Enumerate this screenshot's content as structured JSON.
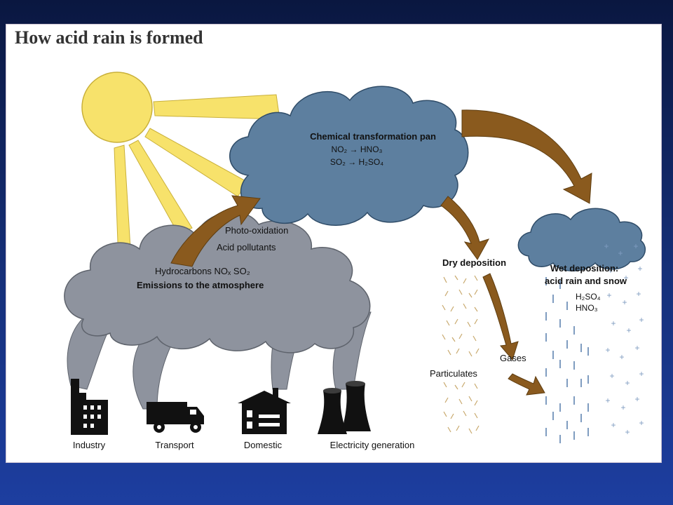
{
  "figure": {
    "title": "How acid rain is formed"
  },
  "colors": {
    "sun": "#f7e26b",
    "sun_stroke": "#c9b03a",
    "smoke_cloud": "#8e939e",
    "chemical_cloud": "#5d7f9f",
    "arrow": "#8a5a1e",
    "rain_marks": "#7f9cc0",
    "particulates": "#c8a86c",
    "frame_bg": "#16307a"
  },
  "labels": {
    "chemical_cloud_title": "Chemical transformation pan",
    "reaction_1": "NO₂ → HNO₃",
    "reaction_2": "SO₂ → H₂SO₄",
    "photo_oxidation": "Photo-oxidation",
    "acid_pollutants": "Acid pollutants",
    "hydrocarbons": "Hydrocarbons NOₓ SO₂",
    "emissions": "Emissions to the atmosphere",
    "dry_deposition": "Dry deposition",
    "wet_deposition_1": "Wet deposition:",
    "wet_deposition_2": "acid rain and snow",
    "wet_h2so4": "H₂SO₄",
    "wet_hno3": "HNO₃",
    "particulates": "Particulates",
    "gases": "Gases"
  },
  "sources": [
    {
      "label": "Industry",
      "icon": "factory-icon"
    },
    {
      "label": "Transport",
      "icon": "truck-icon"
    },
    {
      "label": "Domestic",
      "icon": "house-icon"
    },
    {
      "label": "Electricity generation",
      "icon": "cooling-tower-icon"
    }
  ]
}
